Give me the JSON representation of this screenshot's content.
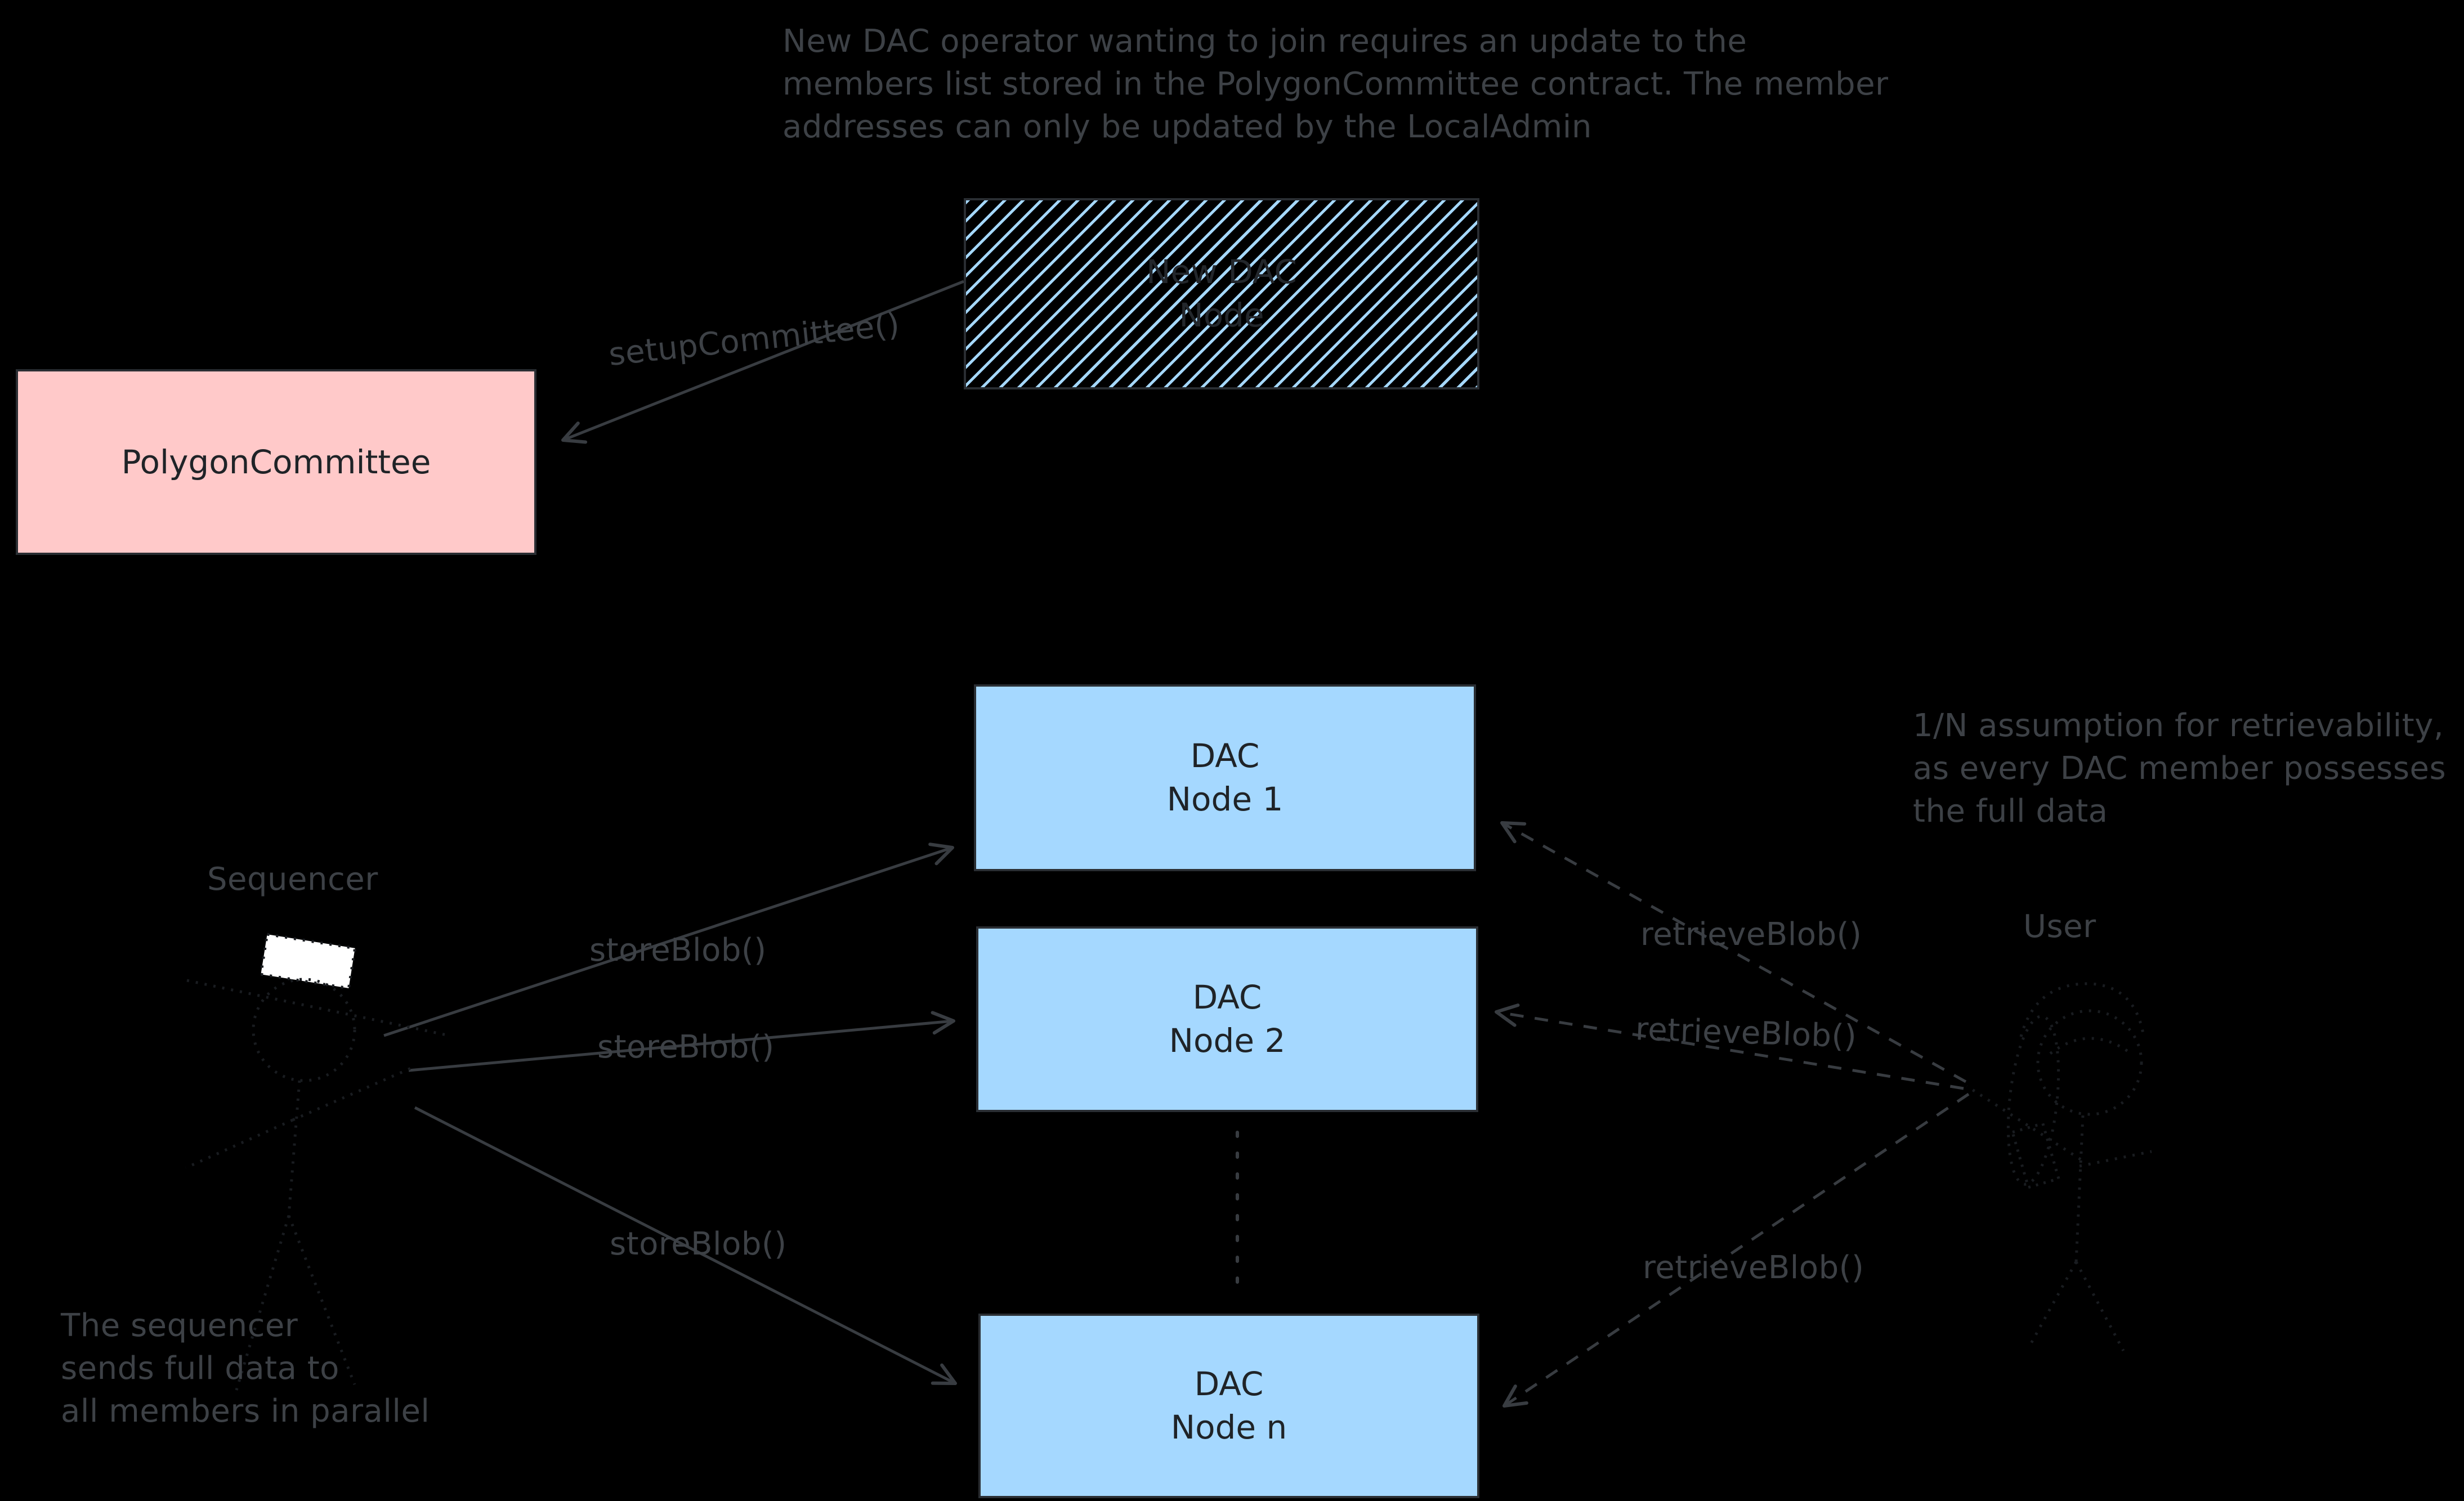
{
  "palette": {
    "background": "#000000",
    "annotation_text": "#3d4146",
    "connector_stroke": "#383c41",
    "node_blue_fill": "#a5d8ff",
    "node_pink_fill": "#ffc9c9",
    "node_border": "#2a2e33",
    "node_label_text": "#1f2327",
    "hatch_stripe": "#a5d8ff",
    "figure_stroke": "#191c20",
    "sequencer_hat": "#ffffff"
  },
  "notes": {
    "join_requirement": "New DAC operator wanting to join requires an update to the\nmembers list stored in the PolygonCommittee contract. The member\naddresses can only be updated by the LocalAdmin",
    "retrievability": "1/N assumption for retrievability,\nas every DAC member possesses\nthe full data",
    "sequencer_parallel": "The sequencer\nsends full data to\nall members in parallel"
  },
  "nodes": {
    "new_dac": {
      "label": "New DAC\nNode"
    },
    "polygon_committee": {
      "label": "PolygonCommittee"
    },
    "dac_1": {
      "label": "DAC\nNode 1"
    },
    "dac_2": {
      "label": "DAC\nNode 2"
    },
    "dac_n": {
      "label": "DAC\nNode n"
    }
  },
  "actors": {
    "sequencer": {
      "label": "Sequencer"
    },
    "user": {
      "label": "User"
    }
  },
  "edges": {
    "setup_committee": {
      "label": "setupCommittee()",
      "from": "New DAC Node",
      "to": "PolygonCommittee",
      "style": "solid-arrow"
    },
    "store_blob": [
      {
        "label": "storeBlob()",
        "from": "Sequencer",
        "to": "DAC Node 1",
        "style": "solid-arrow"
      },
      {
        "label": "storeBlob()",
        "from": "Sequencer",
        "to": "DAC Node 2",
        "style": "solid-arrow"
      },
      {
        "label": "storeBlob()",
        "from": "Sequencer",
        "to": "DAC Node n",
        "style": "solid-arrow"
      }
    ],
    "retrieve_blob": [
      {
        "label": "retrieveBlob()",
        "from": "User",
        "to": "DAC Node 1",
        "style": "dashed-arrow"
      },
      {
        "label": "retrieveBlob()",
        "from": "User",
        "to": "DAC Node 2",
        "style": "dashed-arrow"
      },
      {
        "label": "retrieveBlob()",
        "from": "User",
        "to": "DAC Node n",
        "style": "dashed-arrow"
      }
    ],
    "ellipsis_connector": {
      "style": "dotted",
      "from": "DAC Node 2",
      "to": "DAC Node n"
    }
  }
}
